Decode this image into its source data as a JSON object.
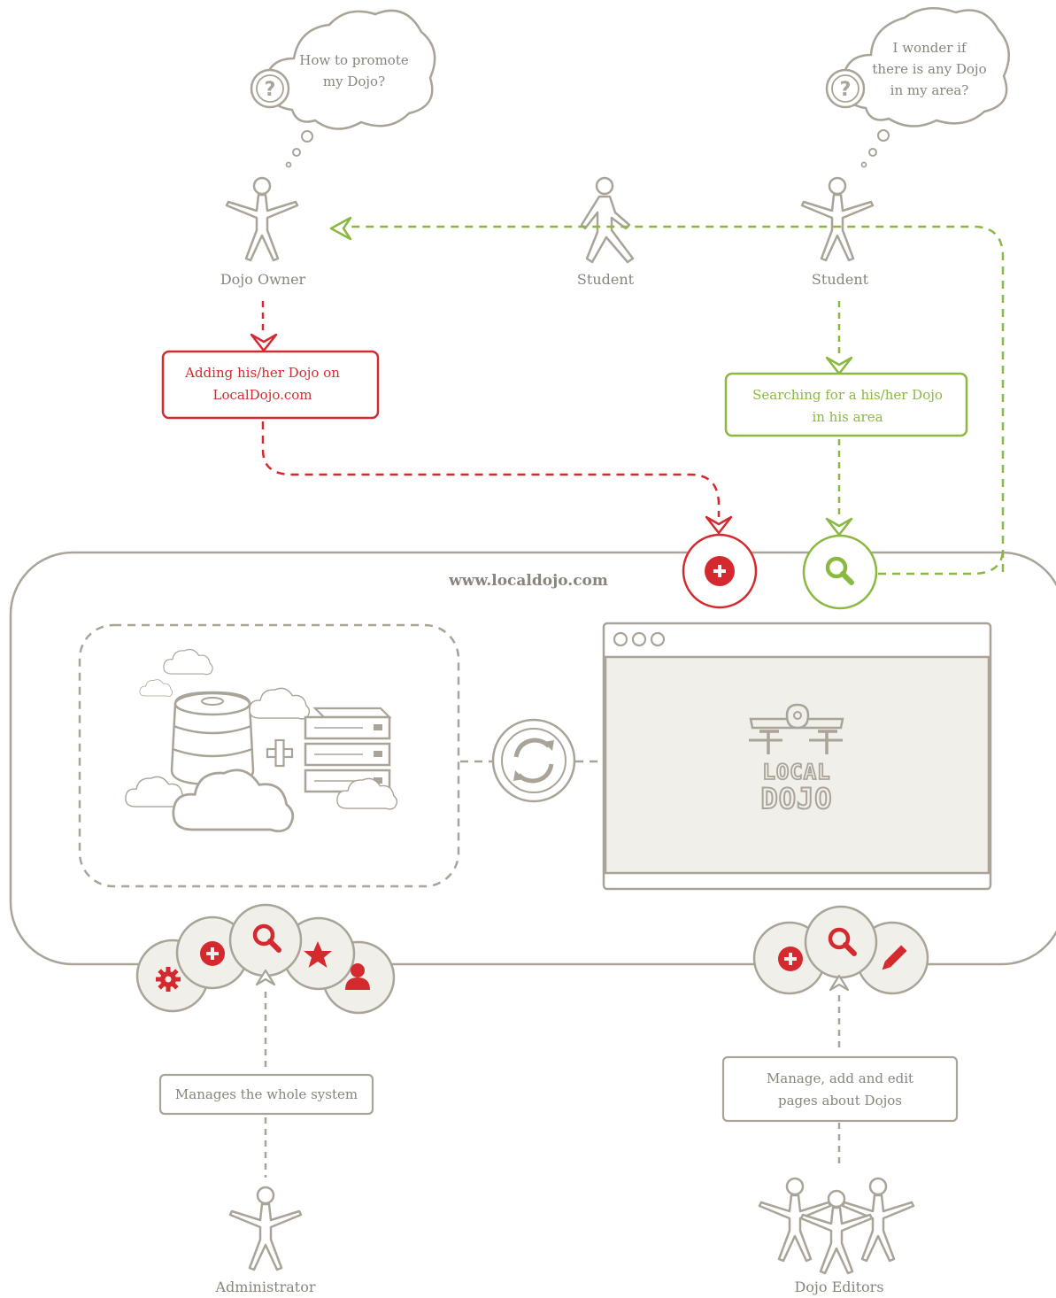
{
  "site_title": "www.localdojo.com",
  "actors": {
    "dojo_owner": "Dojo Owner",
    "student_walking": "Student",
    "student_right": "Student",
    "administrator": "Administrator",
    "dojo_editors": "Dojo Editors"
  },
  "thoughts": {
    "owner_line1": "How to promote",
    "owner_line2": "my Dojo?",
    "student_line1": "I wonder if",
    "student_line2": "there is any Dojo",
    "student_line3": "in my area?"
  },
  "boxes": {
    "adding_line1": "Adding his/her Dojo on",
    "adding_line2": "LocalDojo.com",
    "searching_line1": "Searching for a his/her Dojo",
    "searching_line2": "in his area",
    "admin": "Manages the whole system",
    "editors_line1": "Manage, add and edit",
    "editors_line2": "pages about Dojos"
  },
  "logo": {
    "line1": "LOCAL",
    "line2": "DOJO"
  },
  "icons": [
    "question-icon",
    "plus-icon",
    "search-icon",
    "gear-icon",
    "star-icon",
    "user-icon",
    "pencil-icon",
    "sync-icon",
    "server-icon",
    "database-icon",
    "cloud-icon",
    "location-pin-icon"
  ],
  "colors": {
    "red": "#d42a2f",
    "green": "#8ab840",
    "gray": "#aaa498",
    "panel": "#f1efe9"
  }
}
